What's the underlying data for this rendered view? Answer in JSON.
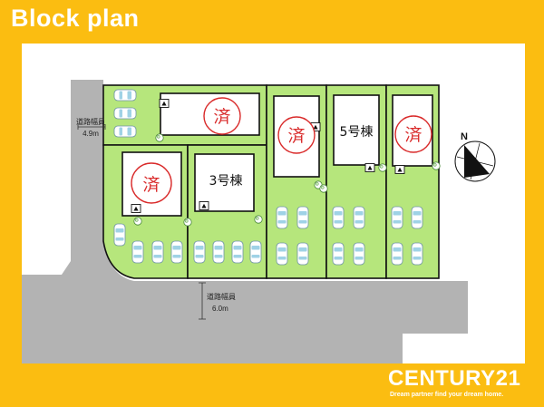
{
  "header": {
    "title": "Block plan"
  },
  "roads": [
    {
      "label": "道路幅員",
      "width": "4.9m"
    },
    {
      "label": "道路幅員",
      "width": "6.0m"
    }
  ],
  "lots": [
    {
      "label": "",
      "sold_mark": "済",
      "sold": true
    },
    {
      "label": "",
      "sold_mark": "済",
      "sold": true
    },
    {
      "label": "3号棟",
      "sold_mark": "",
      "sold": false
    },
    {
      "label": "",
      "sold_mark": "済",
      "sold": true
    },
    {
      "label": "5号棟",
      "sold_mark": "",
      "sold": false
    },
    {
      "label": "",
      "sold_mark": "済",
      "sold": true
    }
  ],
  "compass": {
    "letter": "N"
  },
  "branding": {
    "name": "CENTURY21",
    "tagline": "Dream partner find your dream home."
  },
  "colors": {
    "frame": "#fbbd11",
    "road": "#b3b3b3",
    "lot_fill": "#b6e67c",
    "house_fill": "#ffffff",
    "sold_mark": "#d92a2a"
  }
}
